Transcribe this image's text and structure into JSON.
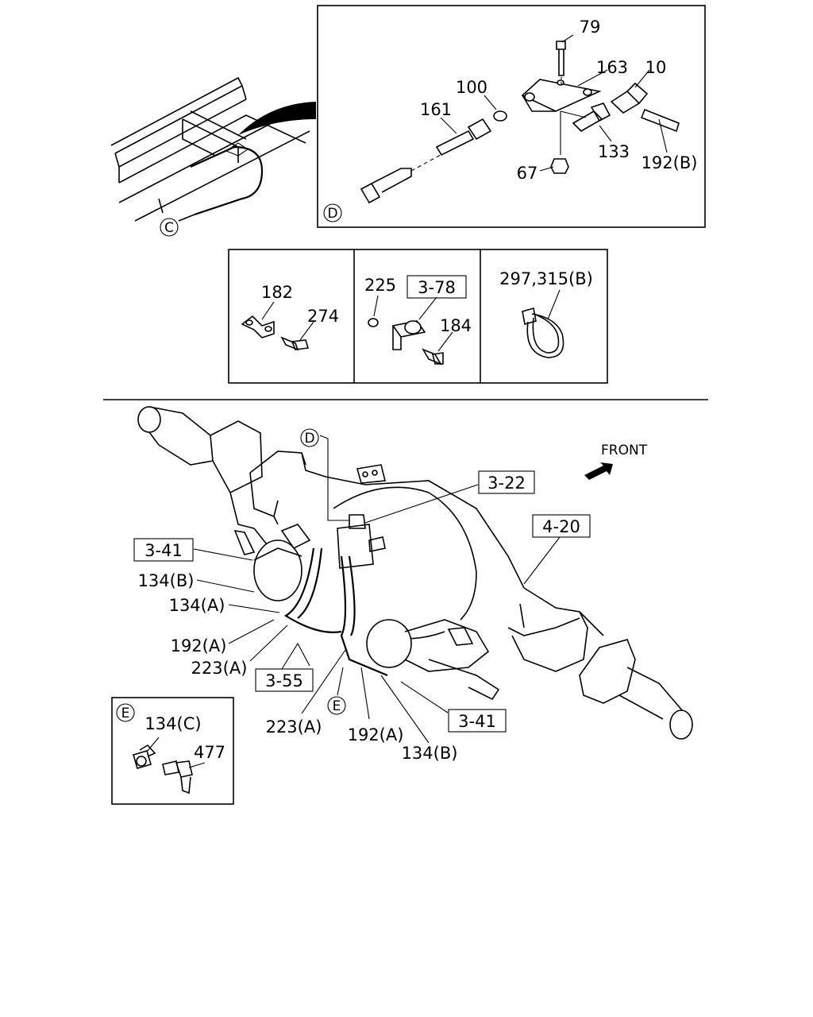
{
  "detail_top": {
    "marker": "D",
    "labels": {
      "p79": "79",
      "p163": "163",
      "p10": "10",
      "p100": "100",
      "p161": "161",
      "p133": "133",
      "p192b": "192(B)",
      "p67": "67"
    }
  },
  "frame_view": {
    "marker": "C"
  },
  "parts_row": {
    "box1": {
      "p182": "182",
      "p274": "274"
    },
    "box2": {
      "p225": "225",
      "ref": "3-78",
      "p184": "184"
    },
    "box3": {
      "p297": "297,315(B)"
    }
  },
  "main_view": {
    "marker_d": "D",
    "marker_e": "E",
    "front": "FRONT",
    "refs": {
      "r322": "3-22",
      "r420": "4-20",
      "r341a": "3-41",
      "r341b": "3-41",
      "r355": "3-55"
    },
    "labels": {
      "l134b_1": "134(B)",
      "l134a": "134(A)",
      "l192a_1": "192(A)",
      "l223a_1": "223(A)",
      "l223a_2": "223(A)",
      "l192a_2": "192(A)",
      "l134b_2": "134(B)"
    }
  },
  "detail_e": {
    "marker": "E",
    "labels": {
      "p134c": "134(C)",
      "p477": "477"
    }
  }
}
